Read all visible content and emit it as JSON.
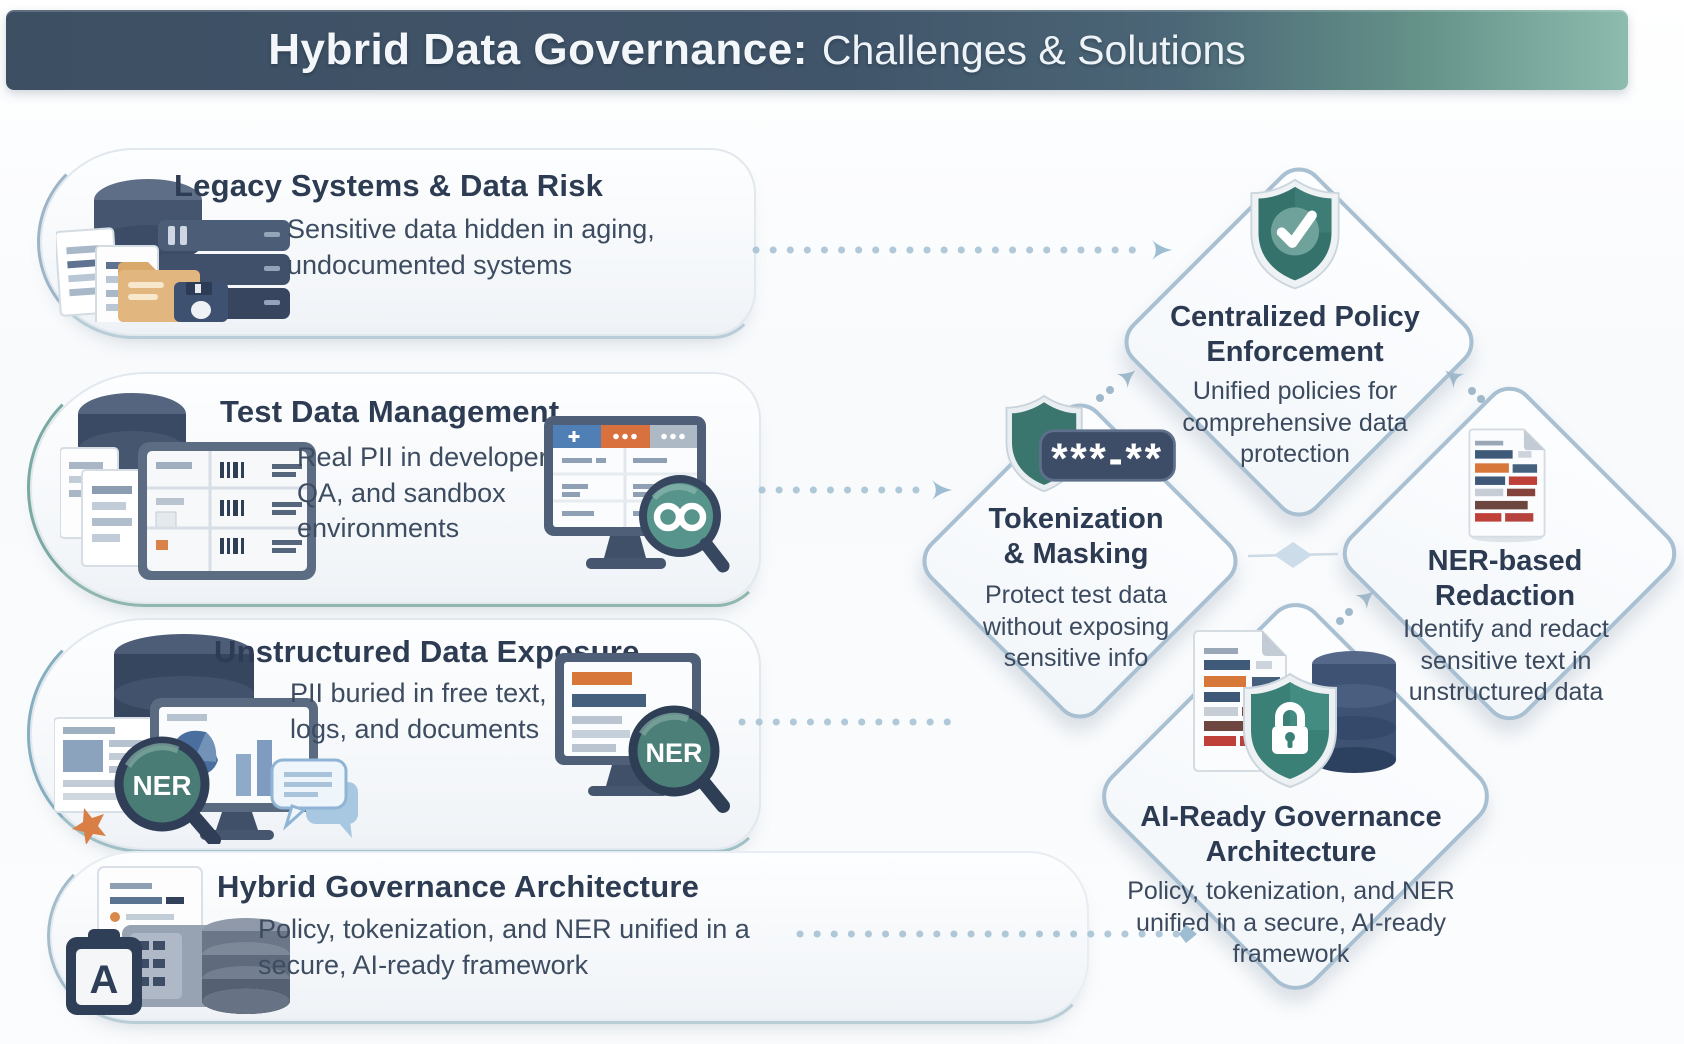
{
  "header": {
    "title_strong": "Hybrid Data Governance:",
    "title_light": "Challenges & Solutions"
  },
  "challenges": [
    {
      "title": "Legacy Systems & Data Risk",
      "description": "Sensitive data hidden in aging, undocumented systems"
    },
    {
      "title": "Test Data Management",
      "description": "Real PII in developer, QA, and sandbox environments"
    },
    {
      "title": "Unstructured Data Exposure",
      "description": "PII buried in free text, logs, and documents"
    },
    {
      "title": "Hybrid Governance Architecture",
      "description": "Policy, tokenization, and NER unified in a secure, AI-ready framework"
    }
  ],
  "solutions": [
    {
      "title": "Centralized Policy Enforcement",
      "description": "Unified policies for comprehensive data protection"
    },
    {
      "title": "Tokenization & Masking",
      "description": "Protect test data without exposing sensitive info"
    },
    {
      "title": "NER-based Redaction",
      "description": "Identify and redact sensitive text in unstructured data"
    },
    {
      "title": "AI-Ready Governance Architecture",
      "description": "Policy, tokenization, and NER unified in a secure, AI-ready framework"
    }
  ],
  "labels": {
    "ner_badge": "NER",
    "mask_text": "***-**",
    "clipboard_letter": "A"
  },
  "icons": {
    "shield_check": "shield-with-checkmark",
    "shield_mask": "shield-with-masked-token",
    "redacted_document": "document-with-redaction-bars",
    "secure_stack": "document-shield-lock-database",
    "ner_magnifier": "magnifying-glass-ner",
    "infinity_magnifier": "magnifying-glass-sync"
  },
  "colors": {
    "header_left": "#3d4f63",
    "header_right": "#8dbcae",
    "accent_teal": "#3c7a73",
    "navy": "#3d4f6b",
    "diamond_border": "#a9c0d2",
    "dotted_line": "#a8c3d4",
    "redaction_palette": [
      "#3f5a78",
      "#d8773a",
      "#bf4038",
      "#6e4640",
      "#c6cdd4"
    ]
  }
}
